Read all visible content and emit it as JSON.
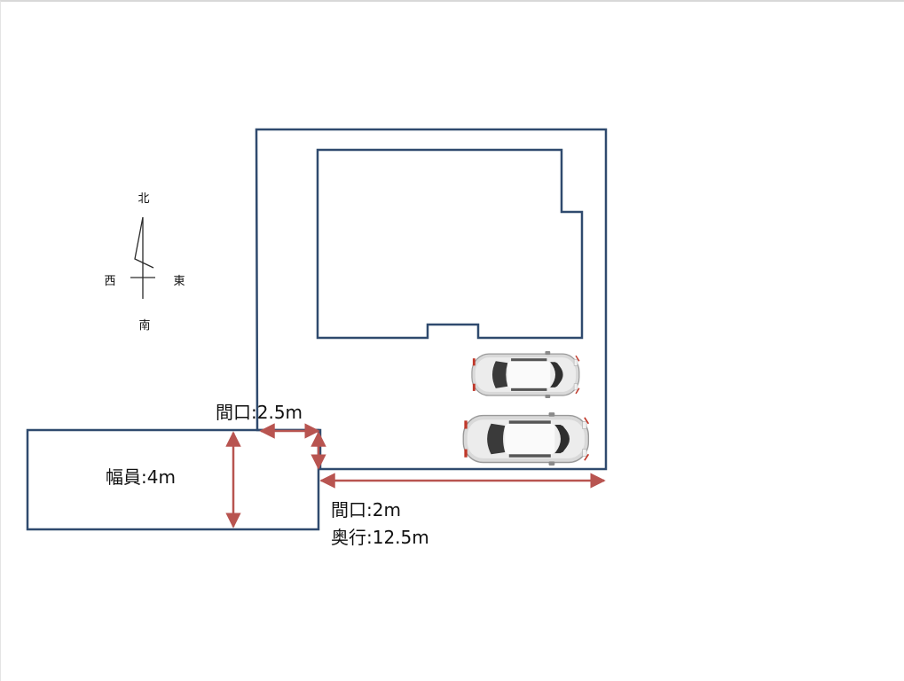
{
  "compass": {
    "north": "北",
    "south": "南",
    "east": "東",
    "west": "西"
  },
  "labels": {
    "road_width": "幅員:4m",
    "frontage_top": "間口:2.5m",
    "frontage_bottom": "間口:2m",
    "depth": "奥行:12.5m"
  },
  "colors": {
    "outline": "#2f4a6e",
    "dimension": "#b85450",
    "text": "#111111"
  },
  "icons": {
    "car": "car-top-view-icon"
  }
}
